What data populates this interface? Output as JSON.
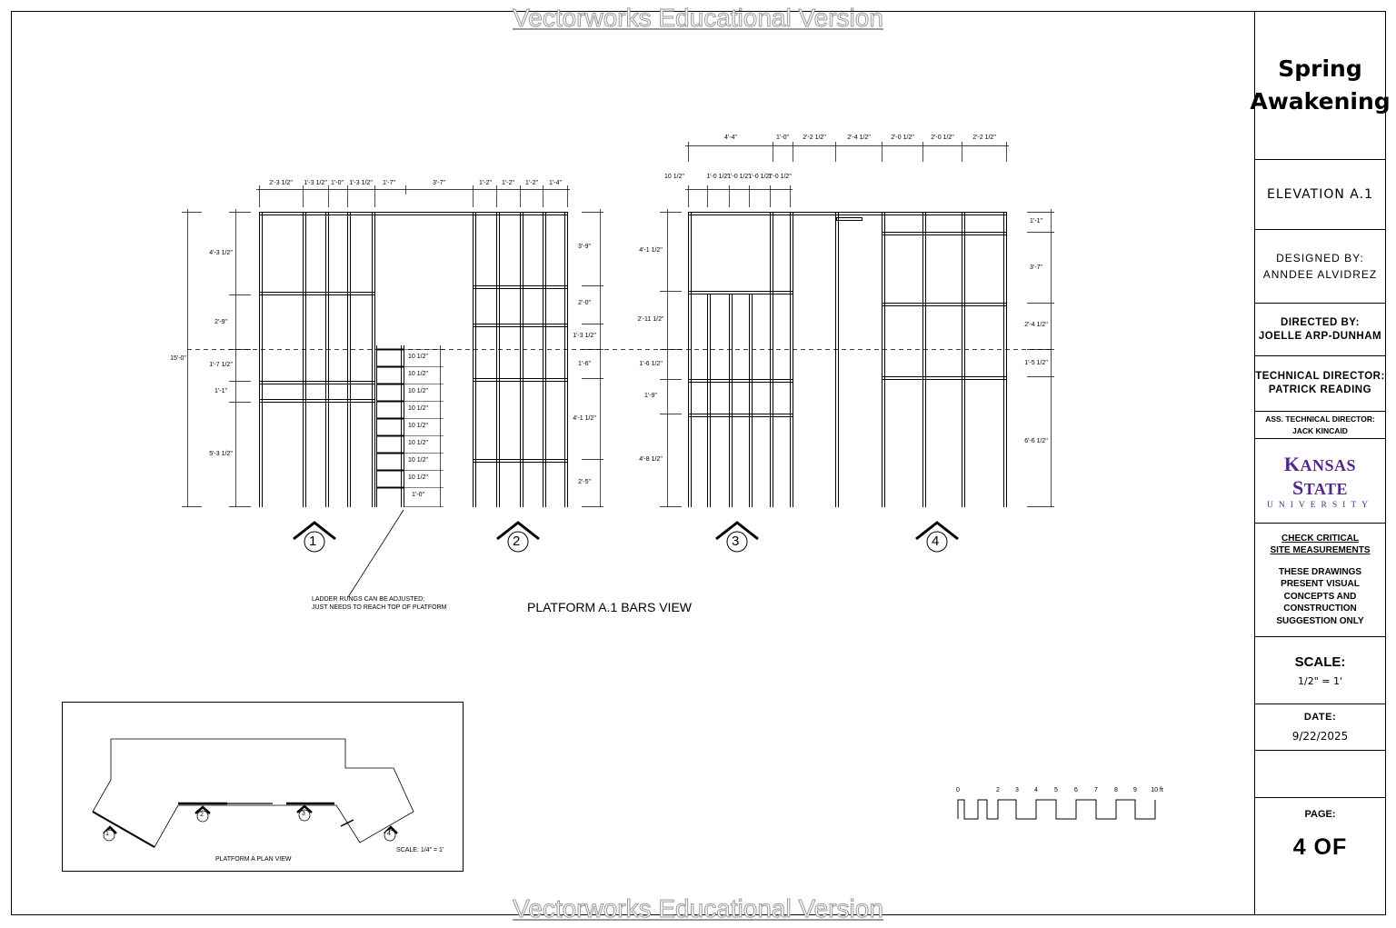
{
  "watermark": "Vectorworks Educational Version",
  "title_block": {
    "show_title_line1": "Spring",
    "show_title_line2": "Awakening",
    "sheet_title": "ELEVATION A.1",
    "designed_by_label": "DESIGNED BY:",
    "designed_by_name": "ANNDEE ALVIDREZ",
    "directed_by_label": "DIRECTED BY:",
    "directed_by_name": "JOELLE ARP-DUNHAM",
    "technical_director_label": "TECHNICAL DIRECTOR:",
    "technical_director_name": "PATRICK READING",
    "assistant_td_label": "ASS. TECHNICAL DIRECTOR:",
    "assistant_td_name": "JACK KINCAID",
    "logo_line1_initial": "K",
    "logo_line1_a": "ANSAS ",
    "logo_line1_initial2": "S",
    "logo_line1_b": "TATE",
    "logo_line2": "UNIVERSITY",
    "check_note_line1": "CHECK CRITICAL",
    "check_note_line2": "SITE MEASUREMENTS",
    "disclaimer_1": "THESE DRAWINGS",
    "disclaimer_2": "PRESENT VISUAL",
    "disclaimer_3": "CONCEPTS AND",
    "disclaimer_4": "CONSTRUCTION",
    "disclaimer_5": "SUGGESTION ONLY",
    "scale_label": "SCALE:",
    "scale_value": "1/2\" = 1'",
    "date_label": "DATE:",
    "date_value": "9/22/2025",
    "page_label": "PAGE:",
    "page_value": "4 OF"
  },
  "drawing": {
    "main_view_title": "PLATFORM A.1 BARS VIEW",
    "ladder_note_line1": "LADDER RUNGS CAN BE ADJUSTED;",
    "ladder_note_line2": "JUST NEEDS TO REACH TOP OF PLATFORM",
    "overall_height": "15'-0\"",
    "section_markers": [
      "1",
      "2",
      "3",
      "4"
    ],
    "elev1_top_dims": [
      "2'-3 1/2\"",
      "1'-3 1/2\"",
      "1'-0\"",
      "1'-3 1/2\"",
      "1'-7\"",
      "3'-7\"",
      "1'-2\"",
      "1'-2\"",
      "1'-2\"",
      "1'-4\""
    ],
    "elev1_left_dims": [
      "4'-3 1/2\"",
      "2'-9\"",
      "1'-7 1/2\"",
      "1'-1\"",
      "5'-3 1/2\""
    ],
    "elev1_right_dims": [
      "3'-9\"",
      "2'-0\"",
      "1'-3 1/2\"",
      "1'-6\"",
      "4'-1 1/2\"",
      "2'-5\""
    ],
    "ladder_rung_dims": [
      "10 1/2\"",
      "10 1/2\"",
      "10 1/2\"",
      "10 1/2\"",
      "10 1/2\"",
      "10 1/2\"",
      "10 1/2\"",
      "10 1/2\"",
      "1'-0\""
    ],
    "elev2_top_dims_upper": [
      "4'-4\"",
      "1'-0\"",
      "2'-2 1/2\"",
      "2'-4 1/2\"",
      "2'-0 1/2\"",
      "2'-0 1/2\"",
      "2'-2 1/2\""
    ],
    "elev2_top_dims_lower": [
      "10 1/2\"",
      "1'-0 1/2\"",
      "1'-0 1/2\"",
      "1'-0 1/2\"",
      "1'-0 1/2\""
    ],
    "elev2_left_dims": [
      "4'-1 1/2\"",
      "2'-11 1/2\"",
      "1'-6 1/2\"",
      "1'-9\"",
      "4'-8 1/2\""
    ],
    "elev2_right_dims": [
      "1'-1\"",
      "3'-7\"",
      "2'-4 1/2\"",
      "1'-5 1/2\"",
      "6'-6 1/2\""
    ],
    "plan_view_title": "PLATFORM A PLAN VIEW",
    "plan_scale": "SCALE: 1/4\" = 1'",
    "scale_bar_ticks": [
      "0",
      "2",
      "3",
      "4",
      "5",
      "6",
      "7",
      "8",
      "9",
      "10 ft"
    ]
  }
}
